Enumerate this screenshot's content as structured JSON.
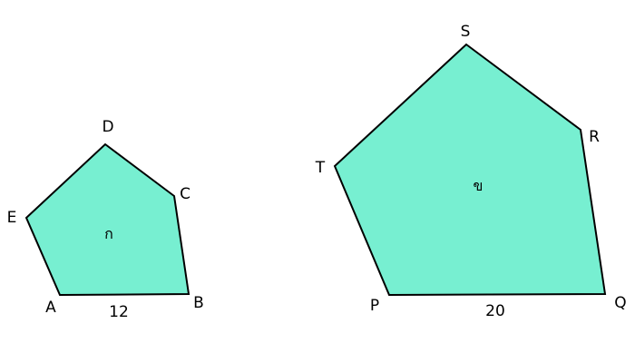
{
  "colors": {
    "fill": "#77efd1",
    "stroke": "#000000",
    "background": "#ffffff"
  },
  "small": {
    "name": "ก",
    "vertices": {
      "A": "A",
      "B": "B",
      "C": "C",
      "D": "D",
      "E": "E"
    },
    "side_AB": "12"
  },
  "large": {
    "name": "ข",
    "vertices": {
      "P": "P",
      "Q": "Q",
      "R": "R",
      "S": "S",
      "T": "T"
    },
    "side_PQ": "20"
  }
}
